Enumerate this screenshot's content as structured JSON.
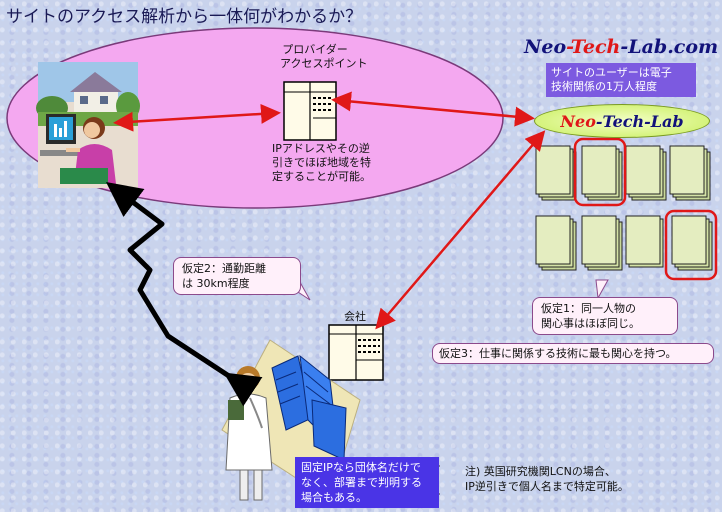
{
  "title": "サイトのアクセス解析から一体何がわかるか？",
  "brand": {
    "part1": "Neo",
    "sep1": "-",
    "part2": "Tech",
    "sep2": "-",
    "part3": "Lab",
    "suffix": ".com"
  },
  "site_users": {
    "line1": "サイトのユーザーは電子",
    "line2": "技術関係の1万人程度"
  },
  "site_pill": {
    "part1": "Neo",
    "sep1": "-",
    "part2": "Tech",
    "sep2": "-",
    "part3": "Lab"
  },
  "provider": {
    "title_line1": "プロバイダー",
    "title_line2": "アクセスポイント",
    "desc_line1": "IPアドレスやその逆",
    "desc_line2": "引きでほぼ地域を特",
    "desc_line3": "定することが可能。"
  },
  "company": {
    "label": "会社"
  },
  "callout_hypothesis1": {
    "line1": "仮定1：同一人物の",
    "line2": "関心事はほぼ同じ。"
  },
  "callout_hypothesis2": {
    "line1": "仮定2：通勤距離",
    "line2": "は 30km程度"
  },
  "callout_hypothesis3": {
    "text": "仮定3：仕事に関係する技術に最も関心を持つ。"
  },
  "fixed_ip_note": {
    "line1": "固定IPなら団体名だけで",
    "line2": "なく、部署まで判明する",
    "line3": "場合もある。"
  },
  "footnote": {
    "line1": "注) 英国研究機関LCNの場合、",
    "line2": "IP逆引きで個人名まで特定可能。"
  },
  "colors": {
    "background": "#c9d3ec",
    "ellipse": "#f4a8f0",
    "arrow_red": "#e01818",
    "page_green": "#dce8b0",
    "highlight_red": "#e01818",
    "note_blue": "#4a34e6",
    "users_box": "#7c5ae0"
  },
  "icons": [
    "home-computer-user",
    "server-rack-icon",
    "document-page-icon",
    "office-building",
    "doctor-figure"
  ]
}
